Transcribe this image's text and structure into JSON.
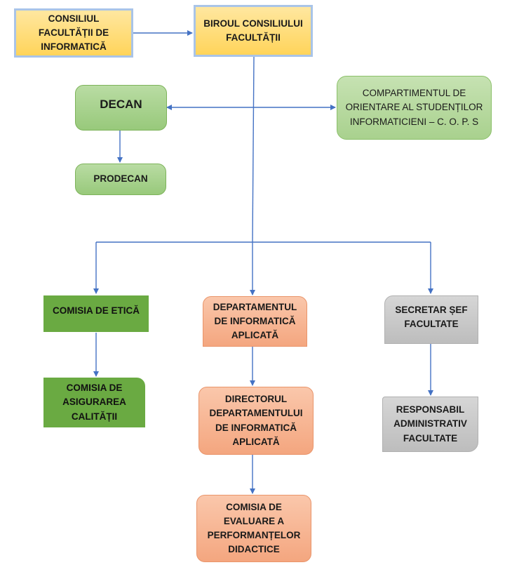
{
  "nodes": {
    "consiliul": "CONSILIUL\nFACULTĂȚII DE\nINFORMATICĂ",
    "biroul": "BIROUL CONSILIULUI\nFACULTĂȚII",
    "decan": "DECAN",
    "prodecan": "PRODECAN",
    "compartiment": "COMPARTIMENTUL DE\nORIENTARE AL STUDENȚILOR\nINFORMATICIENI – C. O. P. S",
    "comisia_etica": "COMISIA DE ETICĂ",
    "departament": "DEPARTAMENTUL\nDE INFORMATICĂ\nAPLICATĂ",
    "secretar": "SECRETAR ȘEF\nFACULTATE",
    "comisia_calitate": "COMISIA DE\nASIGURAREA\nCALITĂȚII",
    "director": "DIRECTORUL\nDEPARTAMENTULUI\nDE INFORMATICĂ\nAPLICATĂ",
    "responsabil": "RESPONSABIL\nADMINISTRATIV\nFACULTATE",
    "comisia_evaluare": "COMISIA DE\nEVALUARE A\nPERFORMANȚELOR\nDIDACTICE"
  },
  "colors": {
    "connector": "#4472c4",
    "yellow": "#ffd45a",
    "green": "#98c97b",
    "green_solid": "#6aaa42",
    "orange": "#f4a67f",
    "gray": "#bdbdbd"
  }
}
